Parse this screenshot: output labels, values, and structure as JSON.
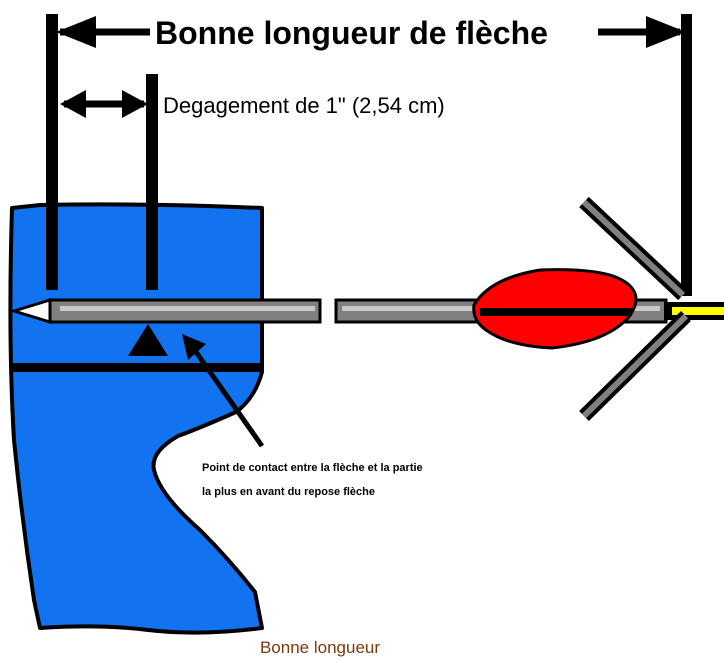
{
  "title": "Bonne longueur de flèche",
  "clearance_label": "Degagement de 1\" (2,54 cm)",
  "contact_note": {
    "line1": "Point de contact entre la flèche et la partie",
    "line2": "la plus en avant du repose flèche"
  },
  "caption": "Bonne longueur",
  "colors": {
    "riser": "#1173f0",
    "fletching": "#ff0000",
    "nock": "#ffff00",
    "shaft": "#808080",
    "caption": "#7a3b0c"
  }
}
